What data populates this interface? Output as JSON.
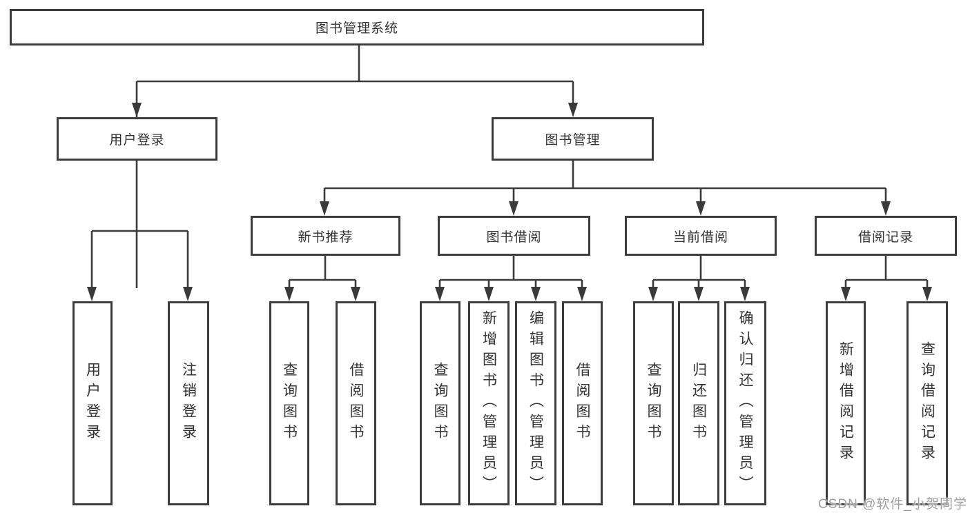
{
  "diagram": {
    "root": {
      "label": "图书管理系统"
    },
    "level2": [
      {
        "id": "user-login",
        "label": "用户登录"
      },
      {
        "id": "book-management",
        "label": "图书管理"
      }
    ],
    "level3": [
      {
        "id": "new-book-recommend",
        "label": "新书推荐"
      },
      {
        "id": "book-borrow",
        "label": "图书借阅"
      },
      {
        "id": "current-borrow",
        "label": "当前借阅"
      },
      {
        "id": "borrow-records",
        "label": "借阅记录"
      }
    ],
    "leaves": [
      {
        "id": "user-login-leaf",
        "parent": "user-login",
        "label": "用户登录"
      },
      {
        "id": "logout",
        "parent": "user-login",
        "label": "注销登录"
      },
      {
        "id": "query-book-1",
        "parent": "new-book-recommend",
        "label": "查询图书"
      },
      {
        "id": "borrow-book-1",
        "parent": "new-book-recommend",
        "label": "借阅图书"
      },
      {
        "id": "query-book-2",
        "parent": "book-borrow",
        "label": "查询图书"
      },
      {
        "id": "add-book-admin",
        "parent": "book-borrow",
        "label": "新增图书（管理员）"
      },
      {
        "id": "edit-book-admin",
        "parent": "book-borrow",
        "label": "编辑图书（管理员）"
      },
      {
        "id": "borrow-book-2",
        "parent": "book-borrow",
        "label": "借阅图书"
      },
      {
        "id": "query-book-3",
        "parent": "current-borrow",
        "label": "查询图书"
      },
      {
        "id": "return-book",
        "parent": "current-borrow",
        "label": "归还图书"
      },
      {
        "id": "confirm-return-admin",
        "parent": "current-borrow",
        "label": "确认归还（管理员）"
      },
      {
        "id": "add-borrow-record",
        "parent": "borrow-records",
        "label": "新增借阅记录"
      },
      {
        "id": "query-borrow-record",
        "parent": "borrow-records",
        "label": "查询借阅记录"
      }
    ],
    "watermark": "CSDN @软件_小贺同学",
    "colors": {
      "line": "#3a3a3a",
      "box_border": "#3c3c3c",
      "text": "#333333",
      "watermark": "#9e9e9e",
      "background": "#ffffff"
    }
  }
}
